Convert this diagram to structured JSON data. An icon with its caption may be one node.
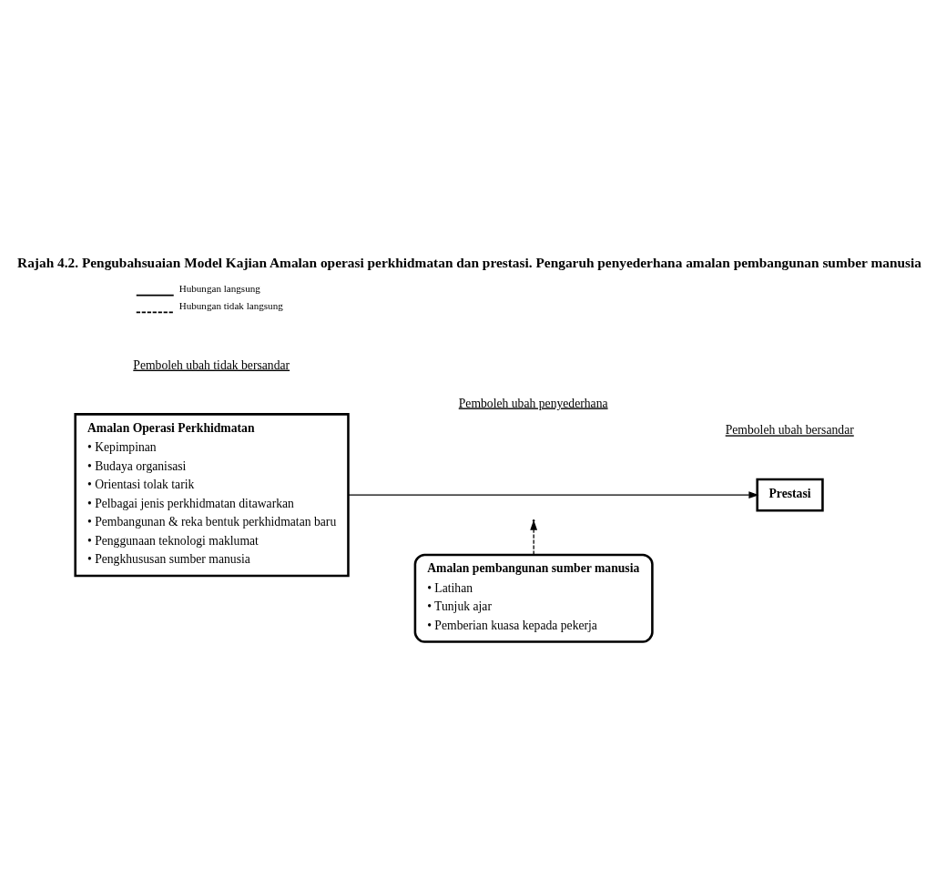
{
  "diagram": {
    "title": "Rajah 4.2. Pengubahsuaian Model Kajian Amalan operasi perkhidmatan dan prestasi. Pengaruh penyederhana amalan pembangunan sumber manusia",
    "nodes": [
      {
        "text": [
          "Amalan Operasi Perkhidmatan",
          "• Kepimpinan",
          "• Budaya organisasi",
          "• Orientasi tolak tarik",
          "• Pelbagai jenis perkhidmatan ditawarkan",
          "• Pembangunan & reka bentuk perkhidmatan baru",
          "• Penggunaan teknologi maklumat",
          "• Pengkhususan sumber manusia"
        ]
      },
      {
        "text": [
          "Prestasi"
        ]
      },
      {
        "text": [
          "Amalan pembangunan sumber manusia",
          "• Latihan",
          "• Tunjuk ajar",
          "• Pemberian kuasa kepada pekerja"
        ]
      }
    ],
    "edges": [
      {
        "from": 0,
        "to": 1,
        "arrow": "to"
      },
      {
        "from": 2,
        "to": null,
        "arrow": "to",
        "style": "dashed"
      }
    ],
    "labels": [
      "Pemboleh ubah tidak bersandar",
      "Pemboleh ubah bersandar",
      "Pemboleh ubah penyederhana"
    ],
    "legend": [
      {
        "text": "Hubungan langsung"
      },
      {
        "text": "Hubungan tidak langsung"
      }
    ]
  }
}
